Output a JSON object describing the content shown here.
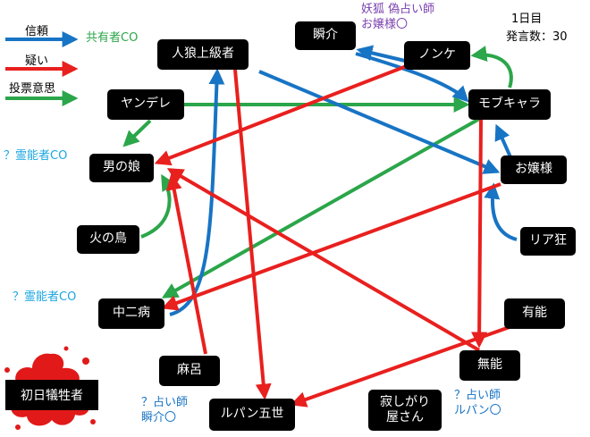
{
  "legend": [
    {
      "label": "信頼",
      "color": "#1874c4"
    },
    {
      "label": "疑い",
      "color": "#e8201e"
    },
    {
      "label": "投票意思",
      "color": "#2ba64a"
    }
  ],
  "colors": {
    "trust": "#1874c4",
    "doubt": "#e8201e",
    "vote": "#2ba64a",
    "node_bg": "#000000",
    "node_text": "#ffffff",
    "purple": "#7a3fae",
    "sky": "#1aa6e0"
  },
  "day_info": {
    "day": "1日目",
    "count": "発言数：30"
  },
  "nodes": {
    "jinro": "人狼上級者",
    "shunsuke": "瞬介",
    "nonke": "ノンケ",
    "yandere": "ヤンデレ",
    "mobu": "モブキャラ",
    "otoko": "男の娘",
    "ojou": "お嬢様",
    "hinotori": "火の鳥",
    "riajuu": "リア狂",
    "chuuni": "中二病",
    "yuunou": "有能",
    "asaro": "麻呂",
    "munou": "無能",
    "sabishi": "寂しがり\n屋さん",
    "lupin": "ルパン五世",
    "victim": "初日犠牲者"
  },
  "notes": {
    "kyouyuu": "共有者CO",
    "youko_1": "妖狐 偽占い師",
    "youko_2": "お嬢様〇",
    "reinou_1": "？霊能者CO",
    "reinou_2": "？霊能者CO",
    "urai_a_1": "？占い師",
    "urai_a_2": "瞬介〇",
    "urai_b_1": "？占い師",
    "urai_b_2": "ルパン〇"
  }
}
